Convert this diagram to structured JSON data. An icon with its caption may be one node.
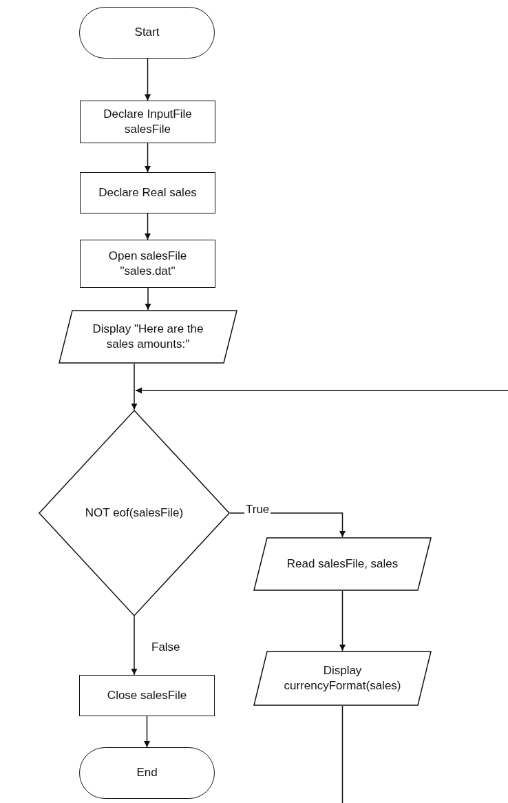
{
  "diagram": {
    "nodes": [
      {
        "text": [
          "Start"
        ]
      },
      {
        "text": [
          "Declare InputFile salesFile"
        ]
      },
      {
        "text": [
          "Declare Real sales"
        ]
      },
      {
        "text": [
          "Open salesFile \"sales.dat\""
        ]
      },
      {
        "text": [
          "Display \"Here are the sales amounts:\""
        ]
      },
      {
        "text": [
          "NOT eof(salesFile)"
        ]
      },
      {
        "text": [
          "Read salesFile, sales"
        ]
      },
      {
        "text": [
          "Display currencyFormat(sales)"
        ]
      },
      {
        "text": [
          "Close salesFile"
        ]
      },
      {
        "text": [
          "End"
        ]
      }
    ],
    "edges": [
      {
        "from": 0,
        "to": 1,
        "arrow": "to"
      },
      {
        "from": 1,
        "to": 2,
        "arrow": "to"
      },
      {
        "from": 2,
        "to": 3,
        "arrow": "to"
      },
      {
        "from": 3,
        "to": 4,
        "arrow": "to"
      },
      {
        "from": 4,
        "to": 5,
        "arrow": "to"
      },
      {
        "from": 5,
        "to": 6,
        "arrow": "to",
        "label": "True"
      },
      {
        "from": 5,
        "to": 8,
        "arrow": "to",
        "label": "False"
      },
      {
        "from": 8,
        "to": 9,
        "arrow": "to"
      },
      {
        "from": 6,
        "to": 7,
        "arrow": "to"
      },
      {
        "from": 7,
        "to": null,
        "arrow": "none"
      },
      {
        "from": null,
        "to": 5,
        "arrow": "to"
      }
    ]
  }
}
